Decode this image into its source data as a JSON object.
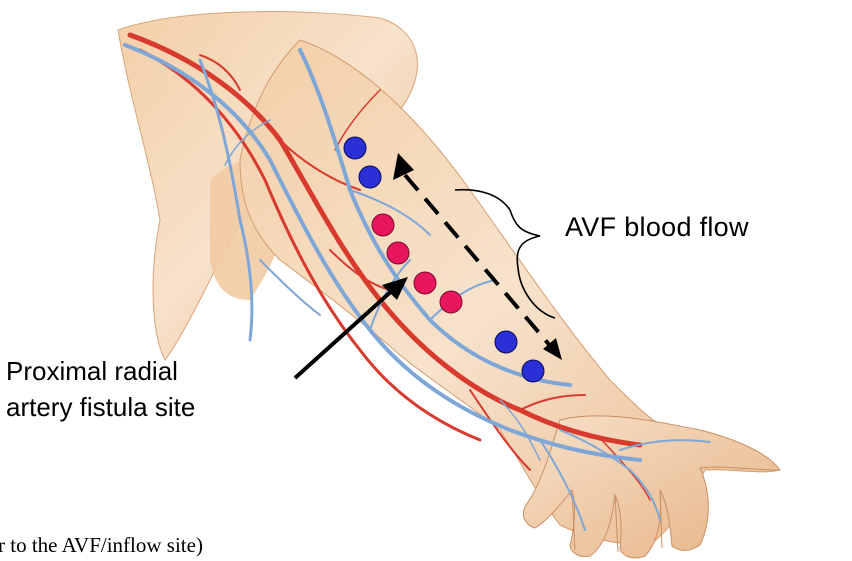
{
  "labels": {
    "avf_blood_flow": "AVF blood flow",
    "proximal_line1": "Proximal radial",
    "proximal_line2": "artery fistula site",
    "caption_fragment": "r to the AVF/inflow site)"
  },
  "colors": {
    "skin_light": "#f6dcc0",
    "skin_mid": "#e9b88c",
    "skin_shadow": "#cf9465",
    "artery": "#d83a2e",
    "vein": "#7ea6d6",
    "marker_blue": "#2b2fd6",
    "marker_pink": "#e8175d",
    "arrow": "#000000"
  },
  "markers": {
    "blue_count": 4,
    "pink_count": 4
  }
}
